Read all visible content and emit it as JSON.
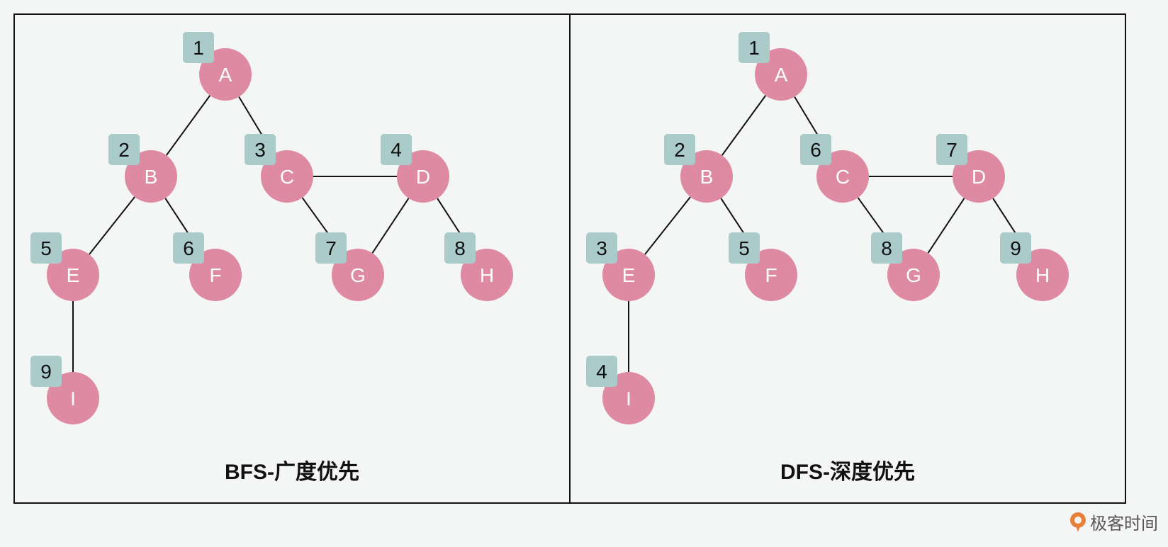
{
  "panels": [
    {
      "caption": "BFS-广度优先",
      "nodes": [
        {
          "id": "A",
          "order": "1"
        },
        {
          "id": "B",
          "order": "2"
        },
        {
          "id": "C",
          "order": "3"
        },
        {
          "id": "D",
          "order": "4"
        },
        {
          "id": "E",
          "order": "5"
        },
        {
          "id": "F",
          "order": "6"
        },
        {
          "id": "G",
          "order": "7"
        },
        {
          "id": "H",
          "order": "8"
        },
        {
          "id": "I",
          "order": "9"
        }
      ]
    },
    {
      "caption": "DFS-深度优先",
      "nodes": [
        {
          "id": "A",
          "order": "1"
        },
        {
          "id": "B",
          "order": "2"
        },
        {
          "id": "C",
          "order": "6"
        },
        {
          "id": "D",
          "order": "7"
        },
        {
          "id": "E",
          "order": "3"
        },
        {
          "id": "F",
          "order": "5"
        },
        {
          "id": "G",
          "order": "8"
        },
        {
          "id": "H",
          "order": "9"
        },
        {
          "id": "I",
          "order": "4"
        }
      ]
    }
  ],
  "edges": [
    [
      "A",
      "B"
    ],
    [
      "A",
      "C"
    ],
    [
      "B",
      "E"
    ],
    [
      "B",
      "F"
    ],
    [
      "C",
      "D"
    ],
    [
      "C",
      "G"
    ],
    [
      "D",
      "G"
    ],
    [
      "D",
      "H"
    ],
    [
      "E",
      "I"
    ]
  ],
  "colors": {
    "node": "#df8aa3",
    "badge": "#abcbcb",
    "edge": "#111111"
  },
  "logo": {
    "text": "极客时间",
    "icon": "geektime-logo-icon"
  }
}
